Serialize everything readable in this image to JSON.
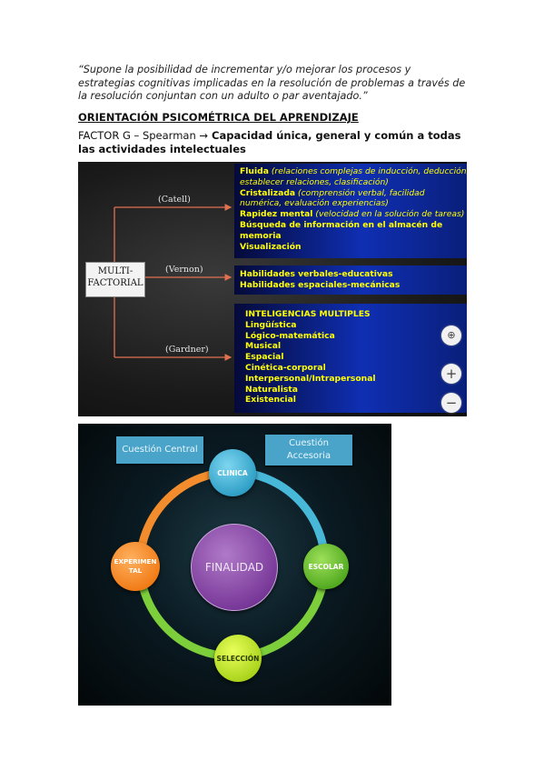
{
  "quote": "“Supone la posibilidad de incrementar y/o mejorar los procesos y estrategias cognitivas implicadas en la resolución de problemas a través de la resolución conjuntan con un adulto o par aventajado.”",
  "heading": "ORIENTACIÓN PSICOMÉTRICA DEL APRENDIZAJE",
  "factor": {
    "prefix": "FACTOR G – Spearman ",
    "arrow": "→",
    "bold": " Capacidad única, general y común a todas las actividades intelectuales"
  },
  "slide1": {
    "root": "MULTI-\nFACTORIAL",
    "branches": [
      "(Catell)",
      "(Vernon)",
      "(Gardner)"
    ],
    "catell": {
      "fluida": "Fluida",
      "fluida_note": " (relaciones complejas de inducción, deducción,",
      "fluida_note2": "establecer relaciones, clasificación)",
      "cristalizada": "Cristalizada",
      "cristalizada_note": " (comprensión verbal, facilidad",
      "cristalizada_note2": "numérica, evaluación experiencias)",
      "rapidez": "Rapidez mental",
      "rapidez_note": " (velocidad en la solución de tareas)",
      "busqueda": "Búsqueda de información en el almacén de",
      "busqueda2": "memoria",
      "visualizacion": "Visualización"
    },
    "vernon": [
      "Habilidades verbales-educativas",
      "Habilidades espaciales-mecánicas"
    ],
    "gardner": {
      "title": "INTELIGENCIAS MULTIPLES",
      "items": [
        "Lingüística",
        "Lógico-matemática",
        "Musical",
        "Espacial",
        "Cinética-corporal",
        "Interpersonal/Intrapersonal",
        "Naturalista",
        "Existencial"
      ]
    },
    "controls": {
      "fit": "⊕",
      "zoom_in": "+",
      "zoom_out": "−"
    }
  },
  "slide2": {
    "tag_central": "Cuestión Central",
    "tag_accesoria": "Cuestión\nAccesoria",
    "center": "FINALIDAD",
    "nodes": {
      "clinica": "CLINICA",
      "escolar": "ESCOLAR",
      "seleccion": "SELECCIÓN",
      "experimental": "EXPERIMEN\nTAL"
    }
  }
}
